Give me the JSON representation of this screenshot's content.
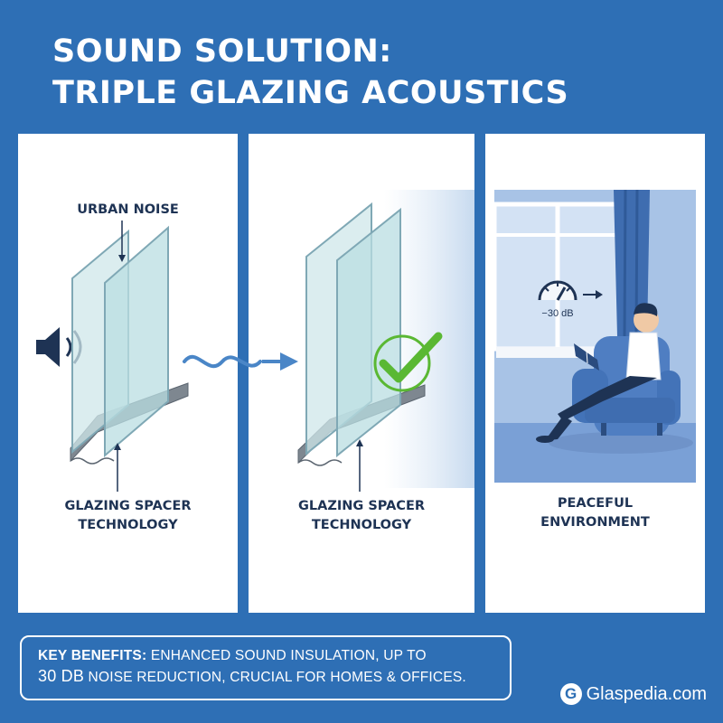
{
  "title": {
    "line1": "SOUND SOLUTION:",
    "line2": "TRIPLE GLAZING ACOUSTICS"
  },
  "panels": [
    {
      "top_label": "URBAN NOISE",
      "bottom_label_line1": "GLAZING SPACER",
      "bottom_label_line2": "TECHNOLOGY"
    },
    {
      "bottom_label_line1": "GLAZING SPACER",
      "bottom_label_line2": "TECHNOLOGY"
    },
    {
      "meter_label": "−30 dB",
      "bottom_label_line1": "PEACEFUL",
      "bottom_label_line2": "ENVIRONMENT"
    }
  ],
  "benefits": {
    "lead": "KEY BENEFITS:",
    "text1": "ENHANCED SOUND INSULATION, UP TO",
    "big": "30 dB",
    "text2": "NOISE REDUCTION, CRUCIAL FOR HOMES & OFFICES."
  },
  "brand": {
    "mark": "G",
    "name": "Glaspedia.com"
  },
  "colors": {
    "background": "#2e6fb5",
    "panel": "#ffffff",
    "label_text": "#1e3354",
    "checkmark": "#5ab833",
    "sound_wave": "#4a86c7"
  }
}
